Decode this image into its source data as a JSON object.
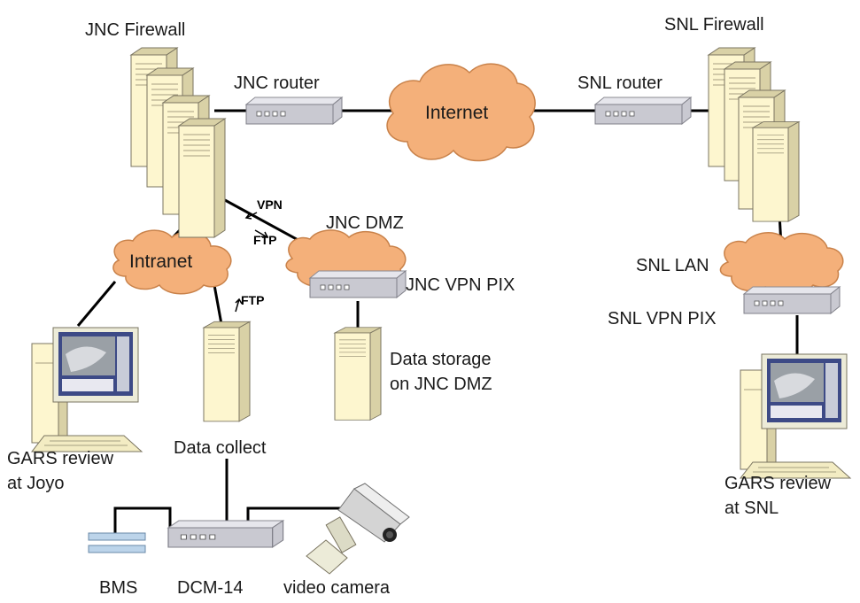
{
  "labels": {
    "jnc_firewall": "JNC Firewall",
    "jnc_router": "JNC router",
    "internet": "Internet",
    "snl_router": "SNL router",
    "snl_firewall": "SNL Firewall",
    "vpn": "VPN",
    "ftp_top": "FTP",
    "jnc_dmz": "JNC DMZ",
    "intranet": "Intranet",
    "jnc_vpn_pix": "JNC VPN PIX",
    "ftp_bottom": "FTP",
    "snl_lan": "SNL LAN",
    "snl_vpn_pix": "SNL VPN PIX",
    "data_storage_line1": "Data storage",
    "data_storage_line2": "on JNC DMZ",
    "gars_joyo_line1": "GARS review",
    "gars_joyo_line2": "at Joyo",
    "data_collect": "Data collect",
    "gars_snl_line1": "GARS review",
    "gars_snl_line2": "at SNL",
    "bms": "BMS",
    "dcm14": "DCM-14",
    "video_camera": "video camera"
  },
  "colors": {
    "cloud": "#f4b07a",
    "server": "#fdf6cf",
    "router": "#c9c9d1",
    "wire": "#000000"
  }
}
